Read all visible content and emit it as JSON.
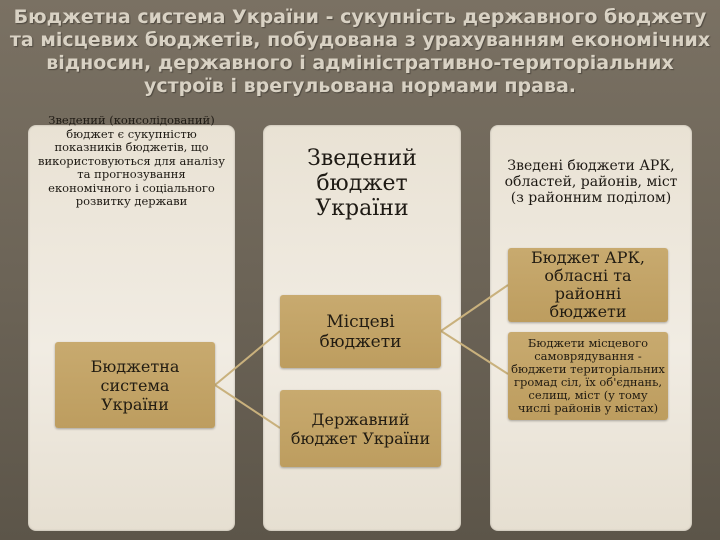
{
  "title": "Бюджетна система України - сукупність державного бюджету та місцевих бюджетів, побудована з урахуванням економічних відносин, державного і адміністративно-територіальних устроїв і врегульована нормами права.",
  "col1": {
    "note": "Зведений (консолідований) бюджет є сукупністю показників бюджетів, що використовуються для аналізу та прогнозування економічного і соціального розвитку держави",
    "root_box": "Бюджетна система України"
  },
  "col2": {
    "consolidated": "Зведений бюджет України",
    "local_box": "Місцеві бюджети",
    "state_box": "Державний бюджет України"
  },
  "col3": {
    "consolidated_regional": "Зведені бюджети АРК, областей, районів, міст (з районним поділом)",
    "regional_box": "Бюджет АРК, обласні та районні бюджети",
    "selfgov_box": "Бюджети місцевого самоврядування - бюджети територіальних громад сіл, їх об'єднань, селищ, міст (у тому числі районів у містах)"
  },
  "colors": {
    "background": "#6b6356",
    "panel": "#eee8dd",
    "box": "#c4a466",
    "title": "#d9d2c4",
    "connector": "#c9b17d"
  }
}
